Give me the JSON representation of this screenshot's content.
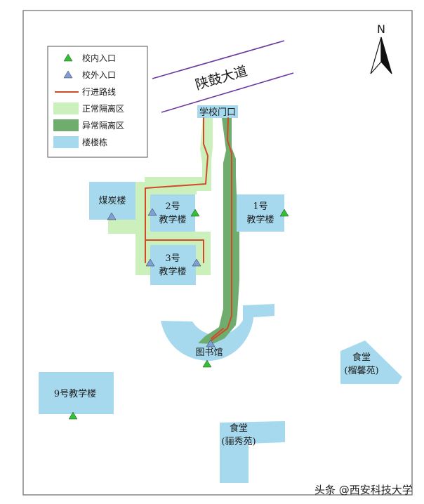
{
  "colors": {
    "building": "#a6d9ee",
    "normal_zone": "#ccf0bb",
    "abnormal_zone": "#6fad6f",
    "route": "#d14a26",
    "entrance_inside": "#2fc42f",
    "entrance_outside": "#7f9fd9",
    "road_line": "#6a3aa0",
    "frame": "#666666"
  },
  "legend": {
    "items": [
      {
        "label": "校内入口",
        "symbol": "triangle",
        "color_key": "entrance_inside"
      },
      {
        "label": "校外入口",
        "symbol": "triangle",
        "color_key": "entrance_outside"
      },
      {
        "label": "行进路线",
        "symbol": "line",
        "color_key": "route"
      },
      {
        "label": "正常隔离区",
        "symbol": "box",
        "color_key": "normal_zone"
      },
      {
        "label": "异常隔离区",
        "symbol": "box",
        "color_key": "abnormal_zone"
      },
      {
        "label": "楼楼栋",
        "symbol": "box",
        "color_key": "building"
      }
    ]
  },
  "north_arrow": {
    "label": "N",
    "icon": "north-arrow-icon"
  },
  "road": {
    "name": "陕鼓大道"
  },
  "places": {
    "gate": "学校门口",
    "coal_building": "煤炭楼",
    "bldg2_line1": "2号",
    "bldg2_line2": "教学楼",
    "bldg1_line1": "1号",
    "bldg1_line2": "教学楼",
    "bldg3_line1": "3号",
    "bldg3_line2": "教学楼",
    "library": "图书馆",
    "bldg9": "9号教学楼",
    "canteen_liuxin_line1": "食堂",
    "canteen_liuxin_line2": "(榴馨苑)",
    "canteen_lixiu_line1": "食堂",
    "canteen_lixiu_line2": "(骊秀苑)"
  },
  "watermark": "头条 @西安科技大学"
}
